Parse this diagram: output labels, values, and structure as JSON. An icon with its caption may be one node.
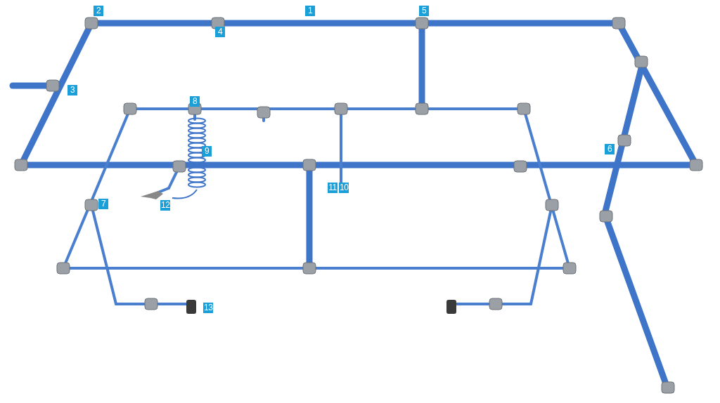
{
  "diagram": {
    "labels": [
      "2",
      "1",
      "5",
      "4",
      "3",
      "8",
      "9",
      "6",
      "11",
      "10",
      "7",
      "12",
      "13"
    ]
  }
}
